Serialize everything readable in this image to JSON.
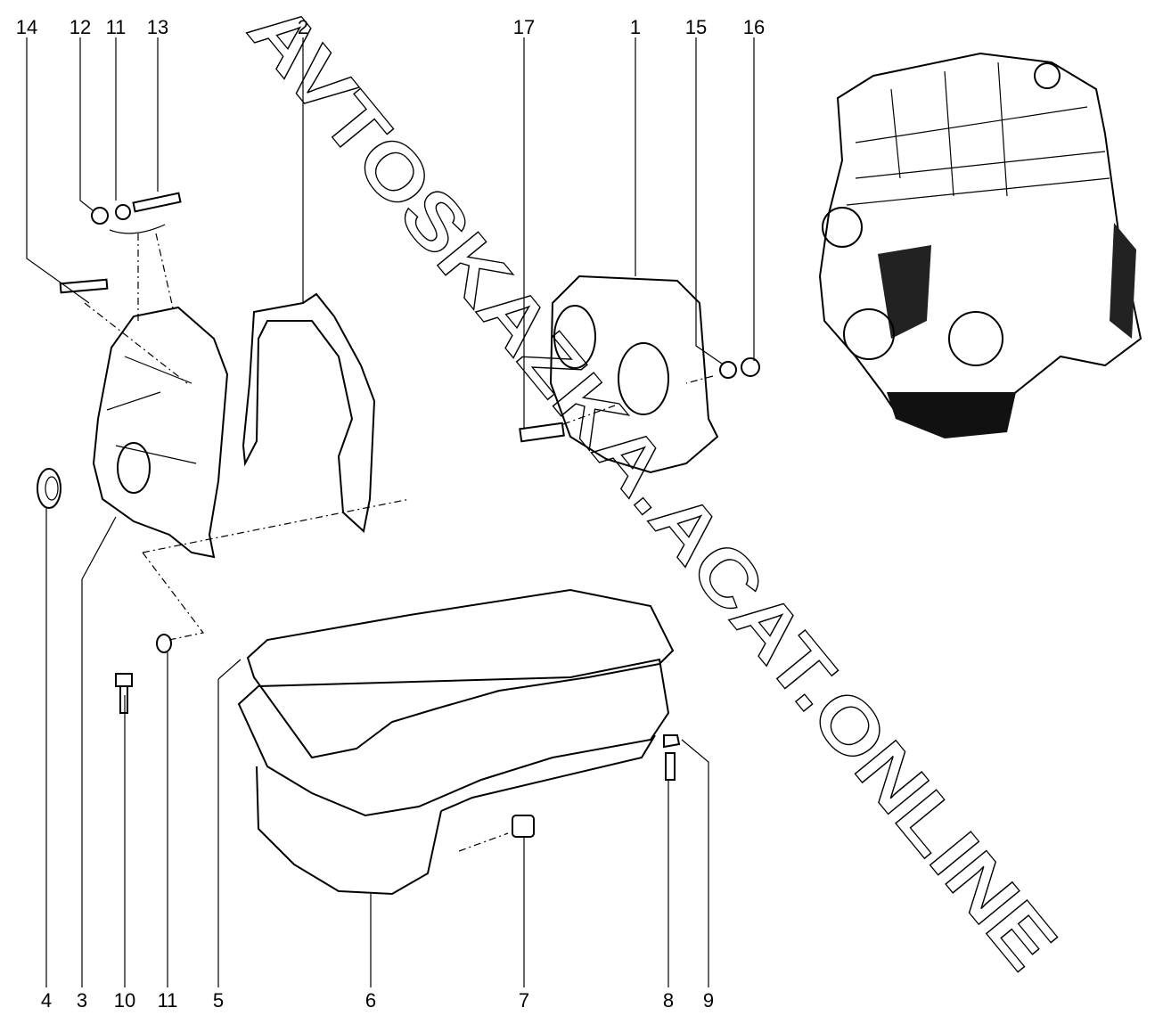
{
  "watermark": "AVTOSKAZKA.ACAT.ONLINE",
  "callouts_top": [
    "14",
    "12",
    "11",
    "13",
    "2",
    "17",
    "1",
    "15",
    "16"
  ],
  "callouts_bottom": [
    "4",
    "3",
    "10",
    "11",
    "5",
    "6",
    "7",
    "8",
    "9"
  ]
}
